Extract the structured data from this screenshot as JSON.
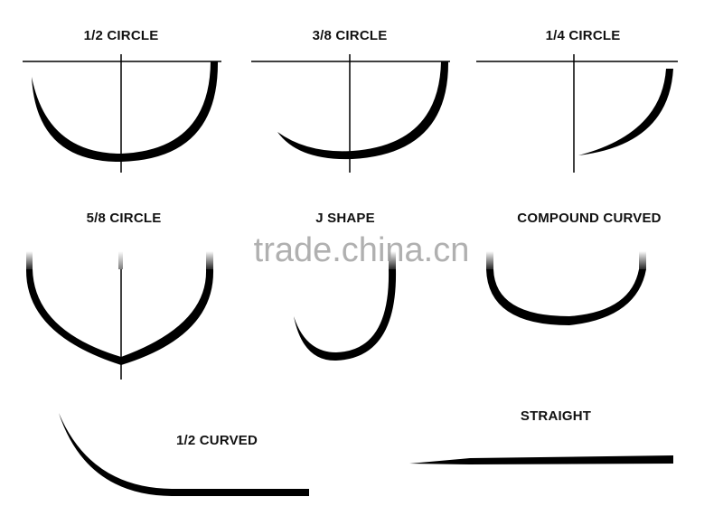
{
  "labels": {
    "half_circle": "1/2 CIRCLE",
    "three_eighths_circle": "3/8 CIRCLE",
    "quarter_circle": "1/4 CIRCLE",
    "five_eighths_circle": "5/8 CIRCLE",
    "j_shape": "J SHAPE",
    "compound_curved": "COMPOUND CURVED",
    "half_curved": "1/2 CURVED",
    "straight": "STRAIGHT"
  },
  "watermark": "trade.china.cn",
  "colors": {
    "needle": "#000000",
    "text": "#111111",
    "watermark": "#969696"
  }
}
